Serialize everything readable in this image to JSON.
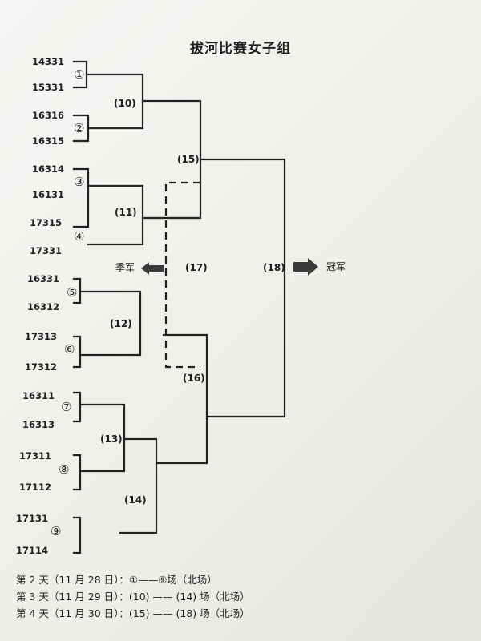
{
  "title": "拔河比赛女子组",
  "teams": [
    "14331",
    "15331",
    "16316",
    "16315",
    "16314",
    "16131",
    "17315",
    "17331",
    "16331",
    "16312",
    "17313",
    "17312",
    "16311",
    "16313",
    "17311",
    "17112",
    "17131",
    "17114"
  ],
  "first_round_matches": [
    "①",
    "②",
    "③",
    "④",
    "⑤",
    "⑥",
    "⑦",
    "⑧",
    "⑨"
  ],
  "later_rounds": [
    "(10)",
    "(11)",
    "(12)",
    "(13)",
    "(14)",
    "(15)",
    "(16)",
    "(17)",
    "(18)"
  ],
  "outcomes": {
    "third_place": "季军",
    "champion": "冠军"
  },
  "schedule": [
    "第 2 天（11 月 28 日）：①——⑨场（北场）",
    "第 3 天（11 月 29 日）：(10) —— (14) 场（北场）",
    "第 4 天（11 月 30 日）：(15) —— (18) 场（北场）"
  ],
  "colors": {
    "line": "#222222",
    "arrow": "#3a3a3a"
  }
}
